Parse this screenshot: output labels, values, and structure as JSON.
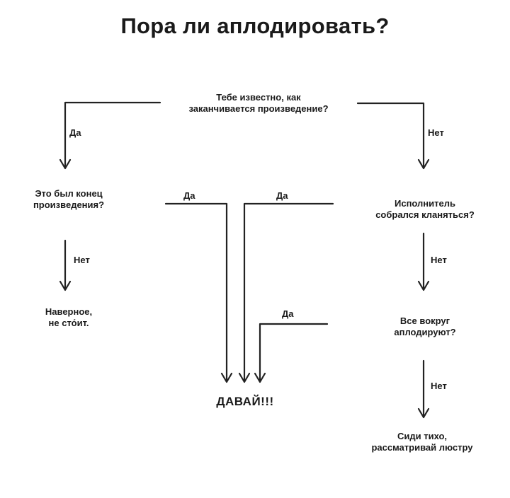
{
  "title": "Пора ли аплодировать?",
  "nodes": {
    "start": {
      "line1": "Тебе известно, как",
      "line2": "заканчивается произведение?"
    },
    "end_question": {
      "line1": "Это был конец",
      "line2": "произведения?"
    },
    "probably_not": {
      "line1": "Наверное,",
      "line2": "не сто́ит."
    },
    "bowing": {
      "line1": "Исполнитель",
      "line2": "собрался кланяться?"
    },
    "others_clapping": {
      "line1": "Все вокруг",
      "line2": "аплодируют?"
    },
    "sit_quiet": {
      "line1": "Сиди тихо,",
      "line2": "рассматривай люстру"
    },
    "go": "ДАВАЙ!!!"
  },
  "labels": {
    "yes_start": "Да",
    "no_start": "Нет",
    "no_end_question": "Нет",
    "yes_end_question": "Да",
    "yes_bowing": "Да",
    "no_bowing": "Нет",
    "yes_others": "Да",
    "no_others": "Нет"
  }
}
